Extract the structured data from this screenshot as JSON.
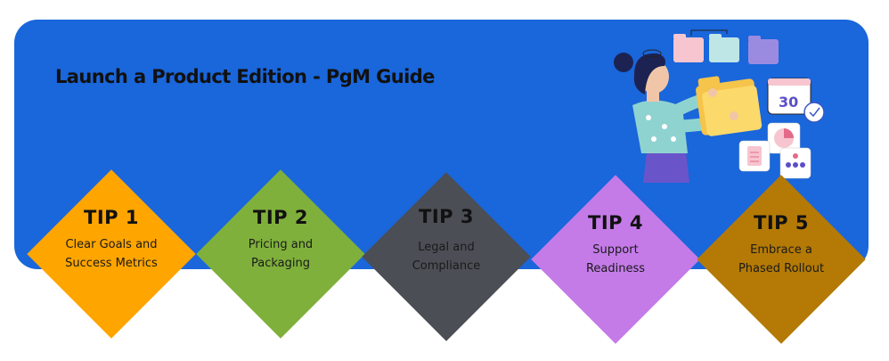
{
  "title": "Launch a Product Edition - PgM Guide",
  "colors": {
    "banner": "#1a66db",
    "tip1": "#ffa500",
    "tip2": "#7fb03b",
    "tip3": "#4b4e55",
    "tip4": "#c47be8",
    "tip5": "#b47a05"
  },
  "tips": [
    {
      "label": "TIP 1",
      "text": "Clear Goals and\nSuccess Metrics"
    },
    {
      "label": "TIP  2",
      "text": "Pricing and\nPackaging"
    },
    {
      "label": "TIP 3",
      "text": "Legal and\nCompliance"
    },
    {
      "label": "TIP  4",
      "text": "Support\nReadiness"
    },
    {
      "label": "TIP 5",
      "text": "Embrace a\nPhased Rollout"
    }
  ],
  "illustration": {
    "calendar_number": "30",
    "icons": [
      "folder-icon",
      "calendar-icon",
      "clock-icon",
      "pie-chart-icon",
      "clipboard-icon",
      "team-icon"
    ]
  }
}
